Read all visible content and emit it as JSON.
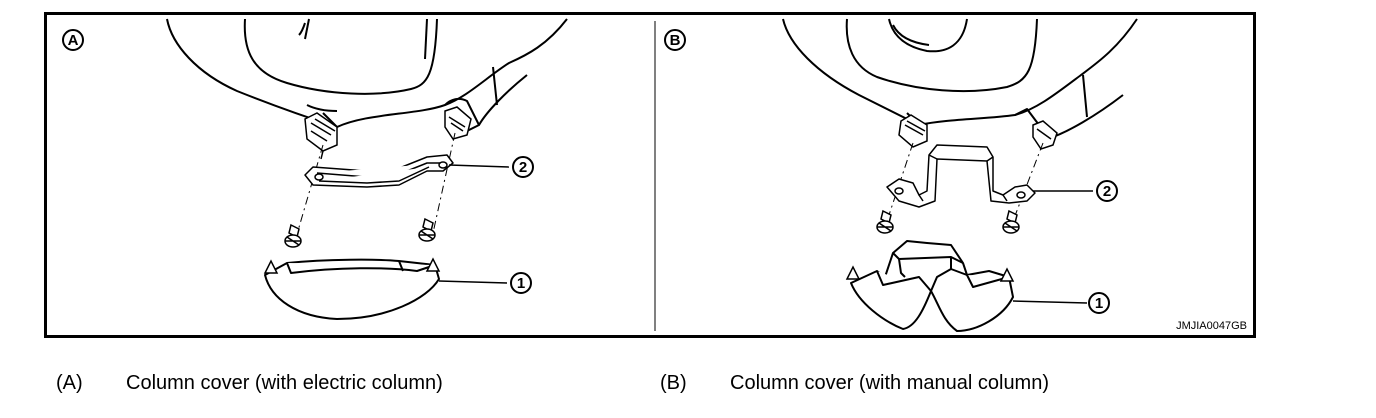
{
  "figure": {
    "id": "JMJIA0047GB",
    "panels": [
      {
        "letter": "A",
        "callouts": [
          "1",
          "2"
        ]
      },
      {
        "letter": "B",
        "callouts": [
          "1",
          "2"
        ]
      }
    ]
  },
  "captions": [
    {
      "letter": "(A)",
      "text": "Column cover (with electric column)"
    },
    {
      "letter": "(B)",
      "text": "Column cover (with manual column)"
    }
  ]
}
